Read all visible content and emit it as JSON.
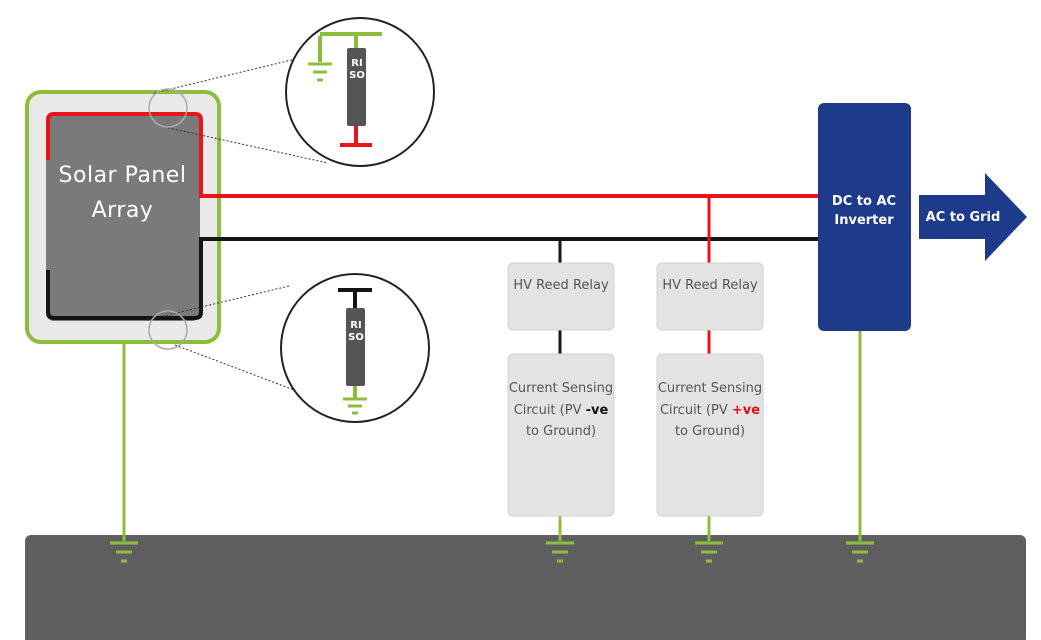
{
  "solar_panel": {
    "label": "Solar Panel Array"
  },
  "inverter": {
    "label": "DC to AC Inverter"
  },
  "grid_arrow": {
    "label": "AC to Grid"
  },
  "riso_top": {
    "label": "RISO"
  },
  "riso_bottom": {
    "label": "RISO"
  },
  "relays": [
    {
      "label": "HV Reed Relay"
    },
    {
      "label": "HV Reed Relay"
    }
  ],
  "current_sensing": [
    {
      "prefix": "Current Sensing Circuit (PV ",
      "polarity": "-ve",
      "suffix": " to Ground)"
    },
    {
      "prefix": "Current Sensing Circuit (PV ",
      "polarity": "+ve",
      "suffix": " to Ground)"
    }
  ],
  "colors": {
    "positive_line": "#e8141a",
    "negative_line": "#151515",
    "ground_line": "#8cbd3c",
    "inverter": "#1e3a8a",
    "ground_plane": "#5f5f5f",
    "component_box": "#e3e3e3",
    "panel_fill": "#7a7a7a"
  }
}
